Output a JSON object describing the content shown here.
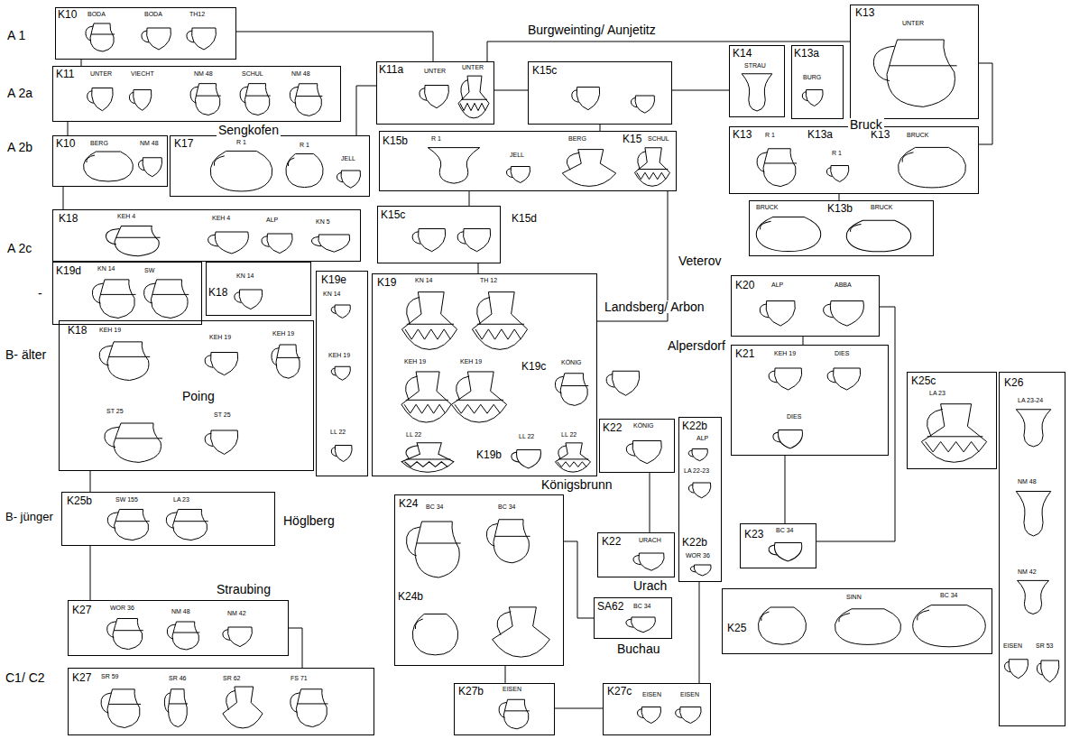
{
  "diagram": {
    "nodes": [
      {
        "text": [
          "K10",
          "BODA",
          "BODA",
          "TH12"
        ]
      },
      {
        "text": [
          "K11",
          "UNTER",
          "VIECHT",
          "NM 48",
          "SCHUL",
          "NM 48"
        ]
      },
      {
        "text": [
          "K10",
          "BERG",
          "NM 48"
        ]
      },
      {
        "text": [
          "K17",
          "R 1",
          "R 1",
          "JELL"
        ]
      },
      {
        "text": [
          "K11a",
          "UNTER",
          "UNTER"
        ]
      },
      {
        "text": [
          "K15c"
        ]
      },
      {
        "text": [
          "K14",
          "STRAU"
        ]
      },
      {
        "text": [
          "K13a",
          "BURG"
        ]
      },
      {
        "text": [
          "K13",
          "UNTER"
        ]
      },
      {
        "text": [
          "K15b",
          "R 1",
          "JELL",
          "BERG",
          "K15",
          "SCHUL"
        ]
      },
      {
        "text": [
          "K13",
          "R 1",
          "K13a",
          "R 1",
          "K13",
          "BRUCK"
        ]
      },
      {
        "text": [
          "BRUCK",
          "K13b",
          "BRUCK"
        ]
      },
      {
        "text": [
          "K18",
          "KEH 4",
          "KEH 4",
          "ALP",
          "KN 5"
        ]
      },
      {
        "text": [
          "K15c",
          "K15d"
        ]
      },
      {
        "text": [
          "K19d",
          "KN 14",
          "SW"
        ]
      },
      {
        "text": [
          "K18",
          "KN 14"
        ]
      },
      {
        "text": [
          "K19e",
          "KN 14",
          "KEH 19",
          "LL 22"
        ]
      },
      {
        "text": [
          "K19",
          "KN 14",
          "TH 12",
          "KEH 19",
          "KEH 19",
          "K19c",
          "KÖNIG",
          "LL 22",
          "K19b",
          "LL 22",
          "LL 22"
        ]
      },
      {
        "text": [
          "K20",
          "ALP",
          "ABBA"
        ]
      },
      {
        "text": [
          "K21",
          "KEH 19",
          "DIES",
          "DIES"
        ]
      },
      {
        "text": [
          "K25c",
          "LA 23"
        ]
      },
      {
        "text": [
          "K26",
          "LA 23-24",
          "NM 48",
          "NM 42",
          "EISEN",
          "SR 53"
        ]
      },
      {
        "text": [
          "K18",
          "KEH 19",
          "KEH 19",
          "KEH 19",
          "ST 25",
          "ST 25"
        ]
      },
      {
        "text": [
          "K22",
          "KÖNIG"
        ]
      },
      {
        "text": [
          "K22b",
          "ALP",
          "LA 22-23",
          "K22b",
          "WOR 36"
        ]
      },
      {
        "text": [
          "K23",
          "BC 34"
        ]
      },
      {
        "text": [
          "K25b",
          "SW 155",
          "LA 23"
        ]
      },
      {
        "text": [
          "K24",
          "BC 34",
          "BC 34",
          "K24b"
        ]
      },
      {
        "text": [
          "K22",
          "URACH"
        ]
      },
      {
        "text": [
          "SA62",
          "BC 34"
        ]
      },
      {
        "text": [
          "K25",
          "SINN",
          "BC 34"
        ]
      },
      {
        "text": [
          "K27",
          "WOR 36",
          "NM 48",
          "NM 42"
        ]
      },
      {
        "text": [
          "K27",
          "SR 59",
          "SR 46",
          "SR 62",
          "FS 71"
        ]
      },
      {
        "text": [
          "K27b",
          "EISEN"
        ]
      },
      {
        "text": [
          "K27c",
          "EISEN",
          "EISEN"
        ]
      }
    ],
    "edges": [
      {
        "from": 0,
        "to": 4,
        "arrow": "none"
      },
      {
        "from": 0,
        "to": 1,
        "arrow": "none"
      },
      {
        "from": 1,
        "to": 2,
        "arrow": "none"
      },
      {
        "from": 4,
        "to": 3,
        "arrow": "none"
      },
      {
        "from": 4,
        "to": 5,
        "arrow": "none"
      },
      {
        "from": 5,
        "to": 6,
        "arrow": "none"
      },
      {
        "from": 4,
        "to": 8,
        "arrow": "none"
      },
      {
        "from": 8,
        "to": 10,
        "arrow": "none"
      },
      {
        "from": 9,
        "to": 13,
        "arrow": "none"
      },
      {
        "from": 13,
        "to": 17,
        "arrow": "none"
      },
      {
        "from": 9,
        "to": 17,
        "arrow": "none"
      },
      {
        "from": 18,
        "to": 19,
        "arrow": "none"
      },
      {
        "from": 18,
        "to": 25,
        "arrow": "none"
      },
      {
        "from": 19,
        "to": 25,
        "arrow": "none"
      },
      {
        "from": 23,
        "to": 28,
        "arrow": "none"
      },
      {
        "from": 24,
        "to": 34,
        "arrow": "none"
      },
      {
        "from": 27,
        "to": 29,
        "arrow": "none"
      },
      {
        "from": 27,
        "to": 33,
        "arrow": "none"
      },
      {
        "from": 33,
        "to": 34,
        "arrow": "none"
      },
      {
        "from": 22,
        "to": 26,
        "arrow": "none"
      },
      {
        "from": 26,
        "to": 31,
        "arrow": "none"
      },
      {
        "from": 31,
        "to": 32,
        "arrow": "none"
      },
      {
        "from": 10,
        "to": 11,
        "arrow": "none"
      },
      {
        "from": 5,
        "to": 9,
        "arrow": "none"
      },
      {
        "from": 2,
        "to": 12,
        "arrow": "none"
      }
    ],
    "labels": [
      "A 1",
      "A 2a",
      "A 2b",
      "A 2c",
      "-",
      "B- älter",
      "B- jünger",
      "C1/ C2",
      "Burgweinting/ Aunjetitz",
      "Sengkofen",
      "Bruck",
      "Veterov",
      "Landsberg/ Arbon",
      "Alpersdorf",
      "Poing",
      "Höglberg",
      "Straubing",
      "Königsbrunn",
      "Urach",
      "Buchau"
    ]
  }
}
